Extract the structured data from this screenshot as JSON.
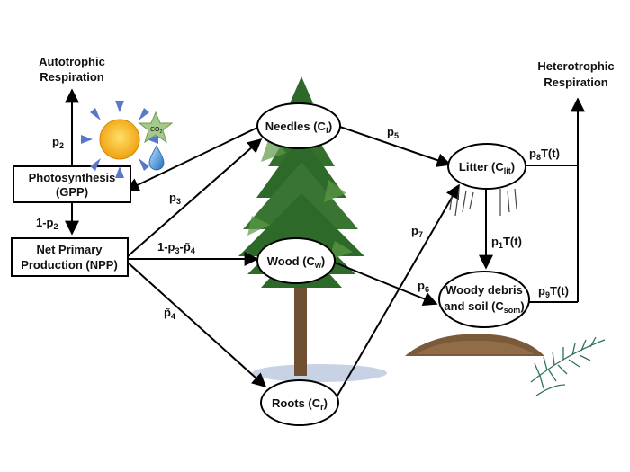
{
  "boxes": {
    "photosynthesis": {
      "line1": "Photosynthesis",
      "line2": "(GPP)"
    },
    "npp": {
      "line1": "Net Primary",
      "line2": "Production (NPP)"
    }
  },
  "outputs": {
    "autotrophic": {
      "line1": "Autotrophic",
      "line2": "Respiration"
    },
    "heterotrophic": {
      "line1": "Heterotrophic",
      "line2": "Respiration"
    }
  },
  "pools": {
    "needles": {
      "name": "Needles (C",
      "sub": "f",
      "close": ")"
    },
    "wood": {
      "name": "Wood (C",
      "sub": "w",
      "close": ")"
    },
    "roots": {
      "name": "Roots (C",
      "sub": "r",
      "close": ")"
    },
    "litter": {
      "name": "Litter (C",
      "sub": "lit",
      "close": ")"
    },
    "soil": {
      "line1": "Woody debris",
      "line2a": "and soil (C",
      "sub": "som",
      "close": ")"
    }
  },
  "params": {
    "p2": {
      "base": "p",
      "sub": "2"
    },
    "one_minus_p2": {
      "pre": "1-p",
      "sub": "2"
    },
    "p3": {
      "base": "p",
      "sub": "3"
    },
    "wood_alloc": {
      "pre": "1-p",
      "sub1": "3",
      "mid": "-p̃",
      "sub2": "4"
    },
    "p4t": {
      "base": "p̃",
      "sub": "4"
    },
    "p5": {
      "base": "p",
      "sub": "5"
    },
    "p6": {
      "base": "p",
      "sub": "6"
    },
    "p7": {
      "base": "p",
      "sub": "7"
    },
    "p8": {
      "base": "p",
      "sub": "8",
      "post": "T(t)"
    },
    "p1": {
      "base": "p",
      "sub": "1",
      "post": "T(t)"
    },
    "p9": {
      "base": "p",
      "sub": "9",
      "post": "T(t)"
    }
  },
  "icons": {
    "co2_star_label": "CO",
    "co2_star_sub": "2"
  },
  "colors": {
    "line": "#000000",
    "tree_green": "#2f6b2a",
    "trunk": "#7a5a3a",
    "sun": "#f3b41b",
    "ray": "#5a78c8",
    "star": "#a6c98a",
    "drop": "#3a8fd6",
    "soil": "#7b5a3a"
  }
}
